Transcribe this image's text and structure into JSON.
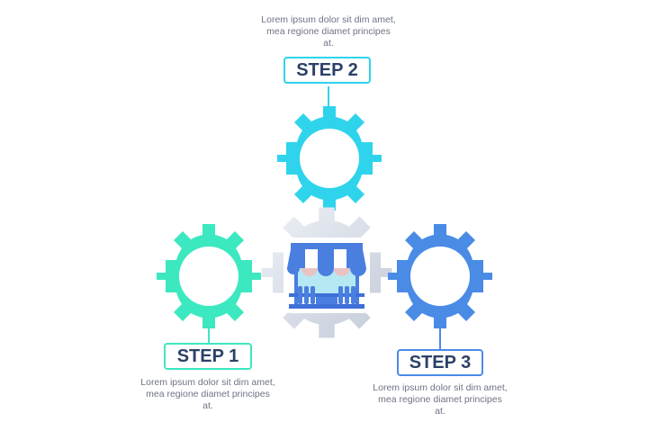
{
  "steps": [
    {
      "label": "STEP 1",
      "description": "Lorem ipsum dolor sit dim amet, mea regione diamet principes at.",
      "color": "#3ce8c0"
    },
    {
      "label": "STEP 2",
      "description": "Lorem ipsum dolor sit dim amet, mea regione diamet principes at.",
      "color": "#2fd4ec"
    },
    {
      "label": "STEP 3",
      "description": "Lorem ipsum dolor sit dim amet, mea regione diamet principes at.",
      "color": "#4a8be6"
    }
  ],
  "center": {
    "icon": "storefront-icon",
    "gear_color": "#dde2ec"
  },
  "text_color": "#2c4168"
}
